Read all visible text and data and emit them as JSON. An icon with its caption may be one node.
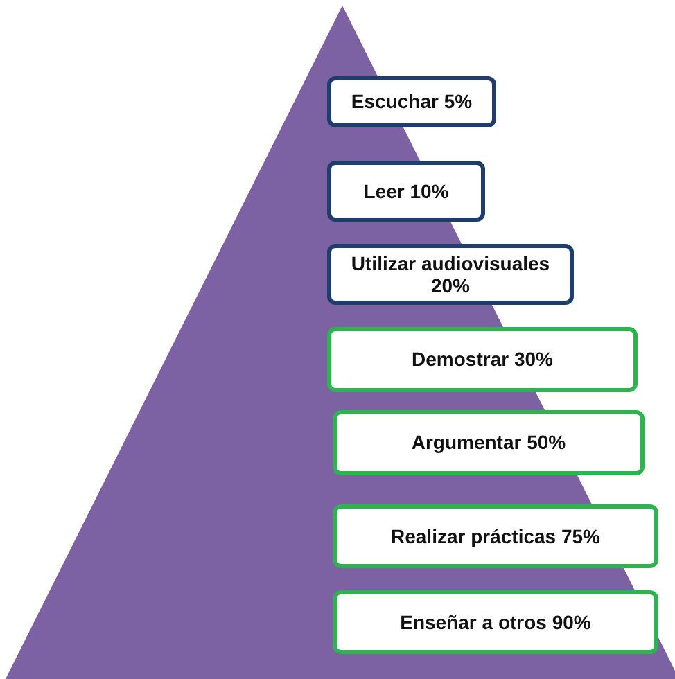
{
  "diagram": {
    "nodes": [
      {
        "text": [
          "Escuchar 5%"
        ]
      },
      {
        "text": [
          "Leer 10%"
        ]
      },
      {
        "text": [
          "Utilizar audiovisuales 20%"
        ]
      },
      {
        "text": [
          "Demostrar 30%"
        ]
      },
      {
        "text": [
          "Argumentar 50%"
        ]
      },
      {
        "text": [
          "Realizar prácticas 75%"
        ]
      },
      {
        "text": [
          "Enseñar a otros 90%"
        ]
      }
    ]
  }
}
